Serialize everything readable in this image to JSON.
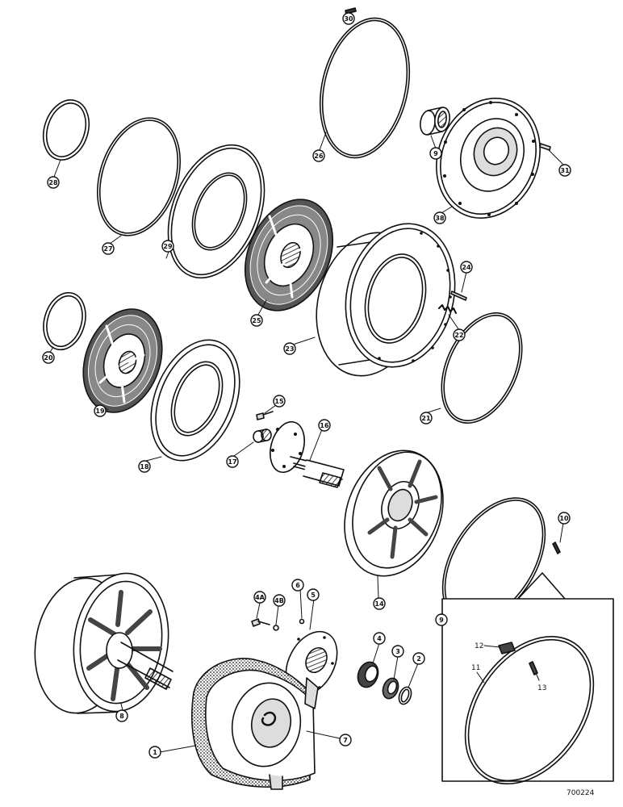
{
  "figure_id": "700224",
  "callouts": [
    {
      "name": "part-30-callout",
      "label": "30"
    },
    {
      "name": "part-28-callout",
      "label": "28"
    },
    {
      "name": "part-27-callout",
      "label": "27"
    },
    {
      "name": "part-26-callout",
      "label": "26"
    },
    {
      "name": "part-9-top-callout",
      "label": "9"
    },
    {
      "name": "part-31-callout",
      "label": "31"
    },
    {
      "name": "part-38-callout",
      "label": "38"
    },
    {
      "name": "part-29-callout",
      "label": "29"
    },
    {
      "name": "part-25-callout",
      "label": "25"
    },
    {
      "name": "part-24-callout",
      "label": "24"
    },
    {
      "name": "part-22-callout",
      "label": "22"
    },
    {
      "name": "part-23-callout",
      "label": "23"
    },
    {
      "name": "part-20-callout",
      "label": "20"
    },
    {
      "name": "part-19-callout",
      "label": "19"
    },
    {
      "name": "part-18-callout",
      "label": "18"
    },
    {
      "name": "part-15-callout",
      "label": "15"
    },
    {
      "name": "part-16-callout",
      "label": "16"
    },
    {
      "name": "part-17-callout",
      "label": "17"
    },
    {
      "name": "part-21-callout",
      "label": "21"
    },
    {
      "name": "part-14-callout",
      "label": "14"
    },
    {
      "name": "part-10-callout",
      "label": "10"
    },
    {
      "name": "part-9-bottom-callout",
      "label": "9"
    },
    {
      "name": "part-4a-callout",
      "label": "4A"
    },
    {
      "name": "part-4b-callout",
      "label": "4B"
    },
    {
      "name": "part-6-callout",
      "label": "6"
    },
    {
      "name": "part-5-callout",
      "label": "5"
    },
    {
      "name": "part-4-callout",
      "label": "4"
    },
    {
      "name": "part-3-callout",
      "label": "3"
    },
    {
      "name": "part-2-callout",
      "label": "2"
    },
    {
      "name": "part-8-callout",
      "label": "8"
    },
    {
      "name": "part-1-callout",
      "label": "1"
    },
    {
      "name": "part-7-callout",
      "label": "7"
    }
  ],
  "inset_labels": [
    {
      "name": "part-12-label",
      "label": "12"
    },
    {
      "name": "part-11-label",
      "label": "11"
    },
    {
      "name": "part-13-label",
      "label": "13"
    }
  ]
}
